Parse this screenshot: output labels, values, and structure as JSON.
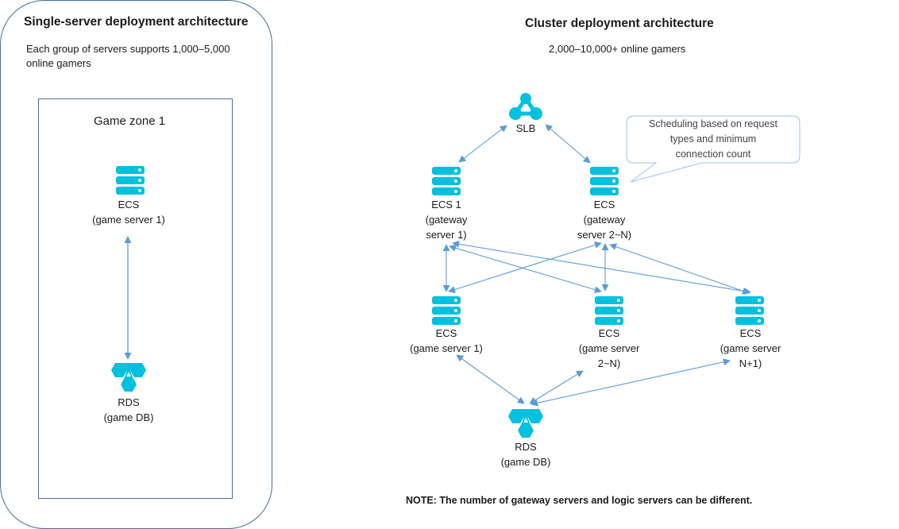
{
  "colors": {
    "icon": "#00c1de",
    "arrow": "#5b9bd5",
    "border": "#41719c",
    "callout_border": "#9dc3e6"
  },
  "single": {
    "title": "Single-server deployment architecture",
    "subtitle_line1": "Each group of servers supports  1,000–5,000",
    "subtitle_line2": "online gamers",
    "zone_label": "Game zone 1",
    "ecs": {
      "icon": "server-icon",
      "line1": "ECS",
      "line2": "(game server 1)"
    },
    "rds": {
      "icon": "database-icon",
      "line1": "RDS",
      "line2": "(game DB)"
    }
  },
  "cluster": {
    "title": "Cluster deployment architecture",
    "subtitle": "2,000–10,000+  online gamers",
    "slb": {
      "icon": "load-balancer-icon",
      "label": "SLB"
    },
    "callout": {
      "line1": "Scheduling based on request",
      "line2": "types and minimum",
      "line3": "connection count"
    },
    "gateways": [
      {
        "line1": "ECS 1",
        "line2": "(gateway",
        "line3": "server 1)"
      },
      {
        "line1": "ECS",
        "line2": "(gateway",
        "line3": "server 2~N)"
      }
    ],
    "game_servers": [
      {
        "line1": "ECS",
        "line2": "(game server 1)",
        "line3": ""
      },
      {
        "line1": "ECS",
        "line2": "(game server",
        "line3": "2~N)"
      },
      {
        "line1": "ECS",
        "line2": "(game server",
        "line3": "N+1)"
      }
    ],
    "rds": {
      "icon": "database-icon",
      "line1": "RDS",
      "line2": "(game DB)"
    },
    "note": "NOTE: The number of gateway servers and logic servers can be different."
  }
}
